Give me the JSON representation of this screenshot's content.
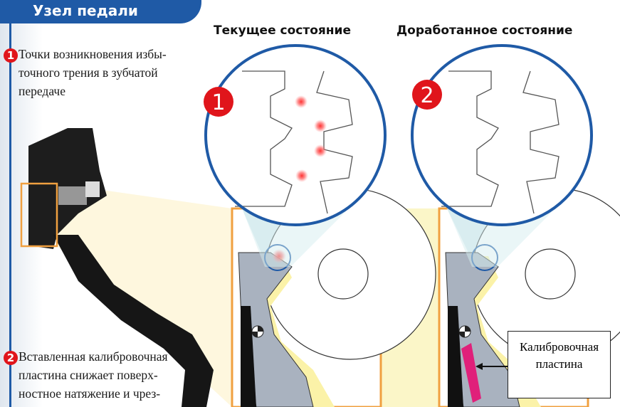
{
  "header": {
    "title": "Узел педали"
  },
  "notes": [
    {
      "number": "1",
      "lines": [
        "Точки возникновения избы-",
        "точного трения в зубчатой",
        "передаче"
      ]
    },
    {
      "number": "2",
      "lines": [
        "Вставленная калибровочная",
        "пластина снижает поверх-",
        "ностное натяжение и чрез-"
      ]
    }
  ],
  "columns": [
    {
      "title": "Текущее состояние",
      "badge": "1"
    },
    {
      "title": "Доработанное состояние",
      "badge": "2"
    }
  ],
  "callout": {
    "lines": [
      "Калибровочная",
      "пластина"
    ]
  },
  "colors": {
    "blue": "#1f5aa6",
    "orange": "#f0a040",
    "red": "#e0151b",
    "magenta": "#e0207a"
  }
}
